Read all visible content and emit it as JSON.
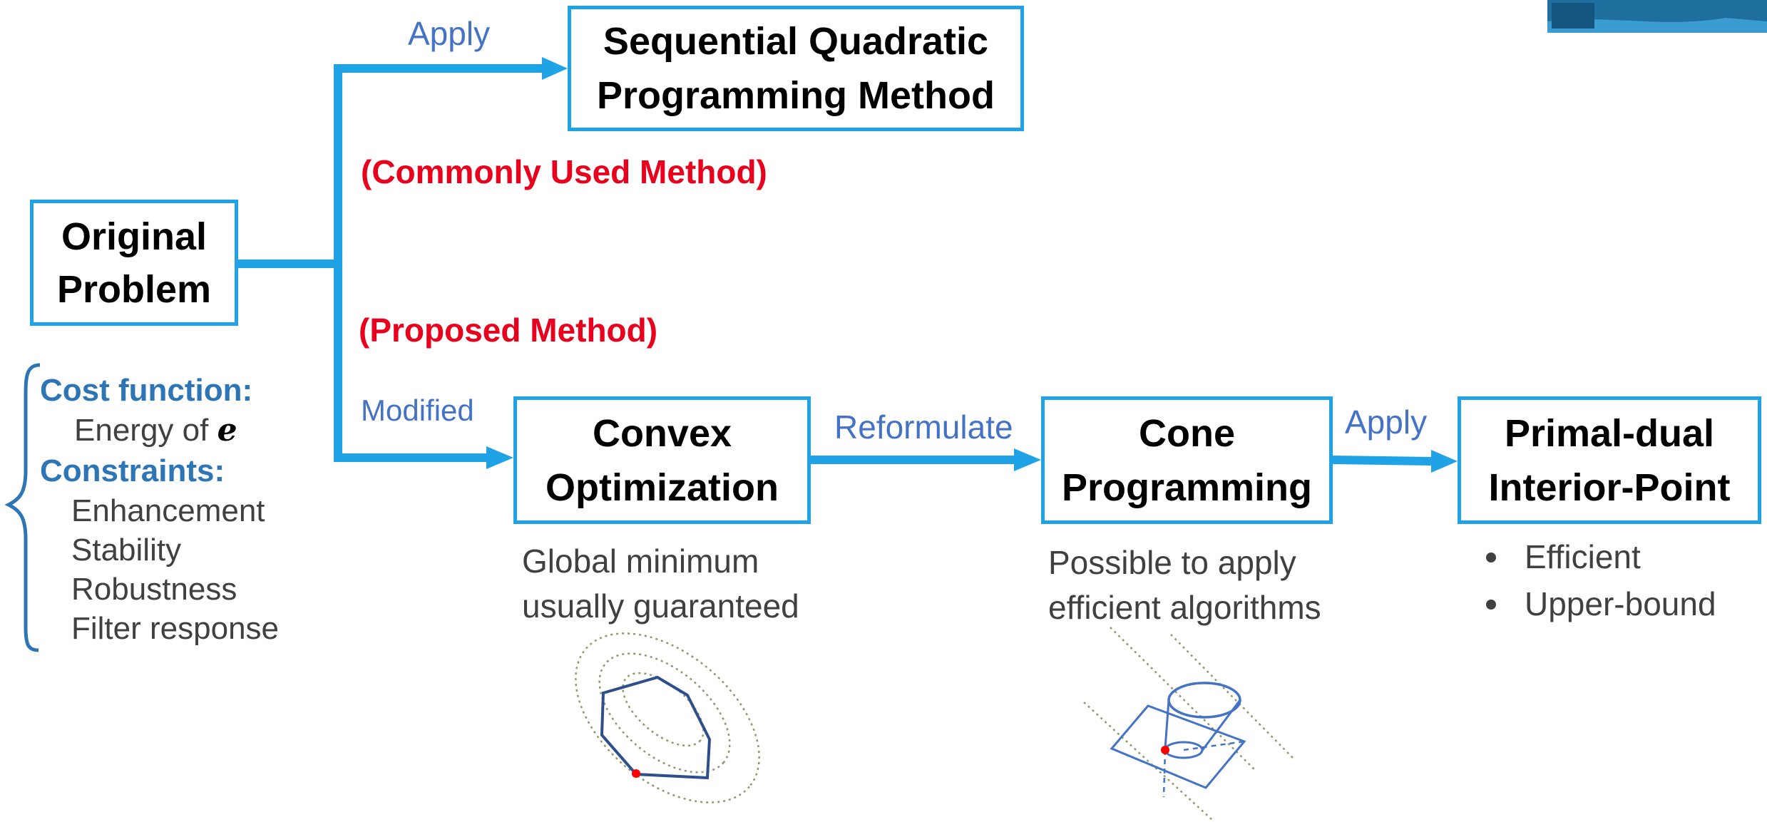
{
  "nodes": {
    "original": [
      "Original",
      "Problem"
    ],
    "sqp": [
      "Sequential Quadratic",
      "Programming Method"
    ],
    "convex": [
      "Convex",
      "Optimization"
    ],
    "cone": [
      "Cone",
      "Programming"
    ],
    "primal_dual": [
      "Primal-dual",
      "Interior-Point"
    ]
  },
  "edges": {
    "apply_top": "Apply",
    "modified": "Modified",
    "reformulate": "Reformulate",
    "apply_right": "Apply"
  },
  "annotations": {
    "commonly_used": "(Commonly Used Method)",
    "proposed": "(Proposed Method)"
  },
  "problem_details": {
    "cost_heading": "Cost function:",
    "cost_text": "Energy of",
    "cost_symbol": "e",
    "constraints_heading": "Constraints:",
    "constraints": [
      "Enhancement",
      "Stability",
      "Robustness",
      "Filter response"
    ]
  },
  "descriptions": {
    "convex": [
      "Global minimum",
      "usually guaranteed"
    ],
    "cone": [
      "Possible to apply",
      "efficient algorithms"
    ]
  },
  "primal_dual_bullets": [
    "Efficient",
    "Upper-bound"
  ],
  "colors": {
    "box_border": "#1fa3e6",
    "arrow": "#1fa3e6",
    "edge_label": "#4472c4",
    "annotation": "#e8001c",
    "heading": "#2e75b6",
    "text": "#404040"
  }
}
